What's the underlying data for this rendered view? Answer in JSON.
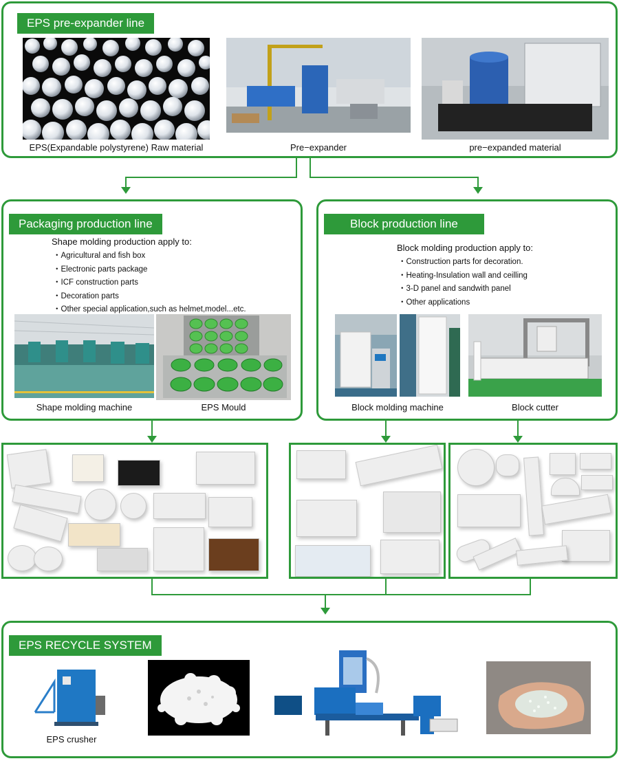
{
  "pre_expander": {
    "title": "EPS pre-expander line",
    "captions": [
      "EPS(Expandable polystyrene) Raw material",
      "Pre−expander",
      "pre−expanded material"
    ]
  },
  "packaging": {
    "title": "Packaging production line",
    "intro": "Shape molding production apply to:",
    "items": [
      "Agricultural and fish box",
      "Electronic parts package",
      "ICF construction parts",
      "Decoration parts",
      "Other special application,such as helmet,model...etc."
    ],
    "captions": [
      "Shape molding machine",
      "EPS Mould"
    ]
  },
  "block": {
    "title": "Block production line",
    "intro": "Block molding production apply to:",
    "items": [
      "Construction parts for decoration.",
      "Heating-Insulation wall and ceilling",
      "3-D panel and sandwith panel",
      "Other applications"
    ],
    "captions": [
      "Block molding machine",
      "Block cutter"
    ]
  },
  "recycle": {
    "title": "EPS RECYCLE SYSTEM",
    "captions": [
      "EPS crusher"
    ]
  },
  "colors": {
    "brand_green": "#2e9a3a"
  },
  "icons": [
    "arrow-down-icon"
  ]
}
